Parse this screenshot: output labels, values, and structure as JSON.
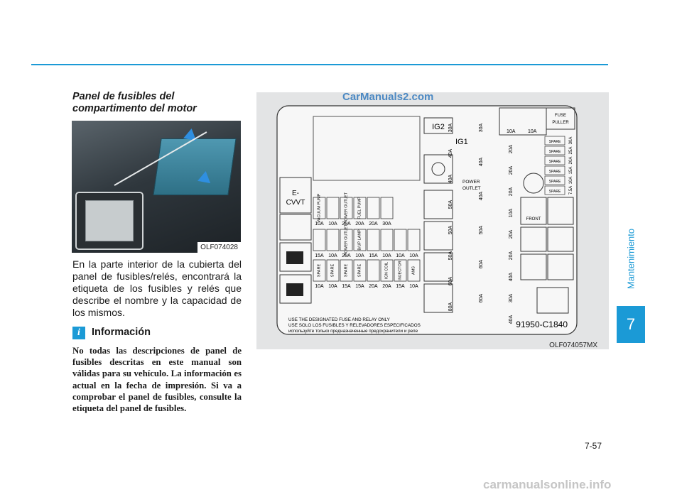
{
  "page": {
    "side_section": "Mantenimiento",
    "chapter_number": "7",
    "page_number": "7-57",
    "footer_watermark": "carmanualsonline.info",
    "accent_color": "#1b9ad6"
  },
  "section": {
    "title_line1": "Panel de fusibles del",
    "title_line2": "compartimento del motor",
    "photo_code": "OLF074028",
    "body": "En la parte interior de la cubierta del panel de fusibles/relés, encontrará la etiqueta de los fusibles y relés que describe el nombre y la capacidad de los mismos."
  },
  "info": {
    "icon": "i",
    "title": "Información",
    "text": "No todas las descripciones de panel de fusibles descritas en este manual son válidas para su vehículo. La información es actual en la fecha de impresión. Si va a comprobar el panel de fusibles, consulte la etiqueta del panel de fusibles."
  },
  "diagram": {
    "watermark": "CarManuals2.com",
    "code": "OLF074057MX",
    "part_number": "91950-C1840",
    "notice_line1": "USE THE DESIGNATED FUSE AND RELAY ONLY",
    "notice_line2": "USE SOLO LOS FUSIBLES Y RELEVADORES ESPECIFICADOS",
    "notice_line3": "используйте только предназначенные предохранители и реле",
    "evvt_top": "E-",
    "evvt_bottom": "CVVT",
    "ig2": "IG2",
    "ig1": "IG1",
    "fuse_puller_line1": "FUSE",
    "fuse_puller_line2": "PULLER",
    "spare": "SPARE",
    "power_outlet_line1": "POWER",
    "power_outlet_line2": "OUTLET",
    "front": "FRONT",
    "vacuum_pump": "VACUUM PUMP",
    "row1_ratings": [
      "10A",
      "10A",
      "20A",
      "20A",
      "20A",
      "30A"
    ],
    "row1_labels": [
      "VACUUM PUMP",
      "",
      "POWER OUTLET",
      "FUEL PUMP",
      "",
      ""
    ],
    "row2_ratings": [
      "15A",
      "10A",
      "20A",
      "10A",
      "15A",
      "10A",
      "10A",
      "10A"
    ],
    "row2_labels": [
      "",
      "",
      "POWER OUTLET",
      "B/UP LAMP",
      "",
      "",
      "",
      ""
    ],
    "row3_ratings": [
      "10A",
      "10A",
      "15A",
      "15A",
      "20A",
      "20A",
      "15A",
      "10A"
    ],
    "row3_labels": [
      "SPARE",
      "SPARE",
      "SPARE",
      "SPARE",
      "",
      "IGN COIL",
      "INJECTOR",
      "AMS"
    ],
    "col1_ratings": [
      "30A",
      "40A",
      "40A",
      "50A",
      "50A",
      "50A",
      "60A",
      "80A"
    ],
    "col2_ratings": [
      "30A",
      "40A",
      "40A",
      "50A",
      "60A",
      "60A"
    ],
    "col3_ratings": [
      "20A",
      "20A",
      "20A",
      "10A",
      "20A",
      "20A",
      "40A",
      "30A",
      "40A"
    ],
    "top_right_ratings": [
      "10A",
      "10A"
    ],
    "spare_ratings": [
      "30A",
      "25A",
      "20A",
      "15A",
      "10A",
      "7.5A"
    ]
  }
}
